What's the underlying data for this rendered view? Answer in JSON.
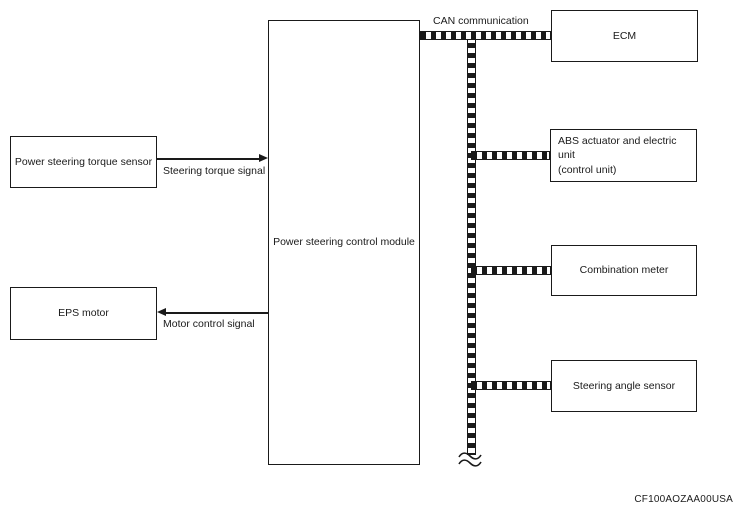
{
  "figure": {
    "bus": {
      "label": "CAN communication"
    },
    "nodes": {
      "power_steering_torque_sensor": "Power steering torque sensor",
      "eps_motor": "EPS motor",
      "power_steering_control_module": "Power steering control module",
      "ecm": "ECM",
      "abs_actuator": "ABS actuator and electric unit\n(control unit)",
      "combination_meter": "Combination meter",
      "steering_angle_sensor": "Steering angle sensor"
    },
    "signals": {
      "steering_torque": "Steering torque signal",
      "motor_control": "Motor control signal"
    },
    "figure_code": "CF100AOZAA00USA",
    "colors": {
      "line": "#1a1a1a",
      "background": "#ffffff"
    }
  }
}
